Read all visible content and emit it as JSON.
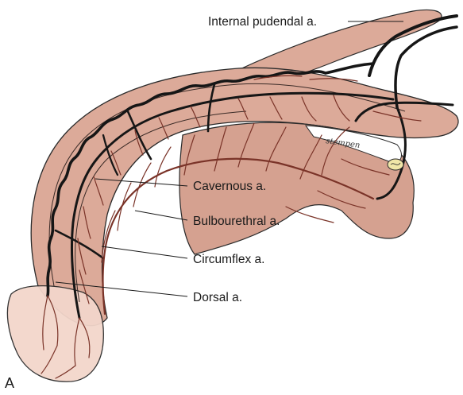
{
  "figure": {
    "panel_letter": "A",
    "signature": "stempen",
    "labels": {
      "internal_pudendal": "Internal pudendal a.",
      "cavernous": "Cavernous a.",
      "bulbourethral": "Bulbourethral a.",
      "circumflex": "Circumflex a.",
      "dorsal": "Dorsal a."
    }
  },
  "colors": {
    "tissue": "#dcaa99",
    "tissue_dark": "#c99380",
    "glans": "#f3d6cb",
    "artery": "#161616",
    "branch": "#7a3328",
    "outline": "#2a2a2a"
  }
}
